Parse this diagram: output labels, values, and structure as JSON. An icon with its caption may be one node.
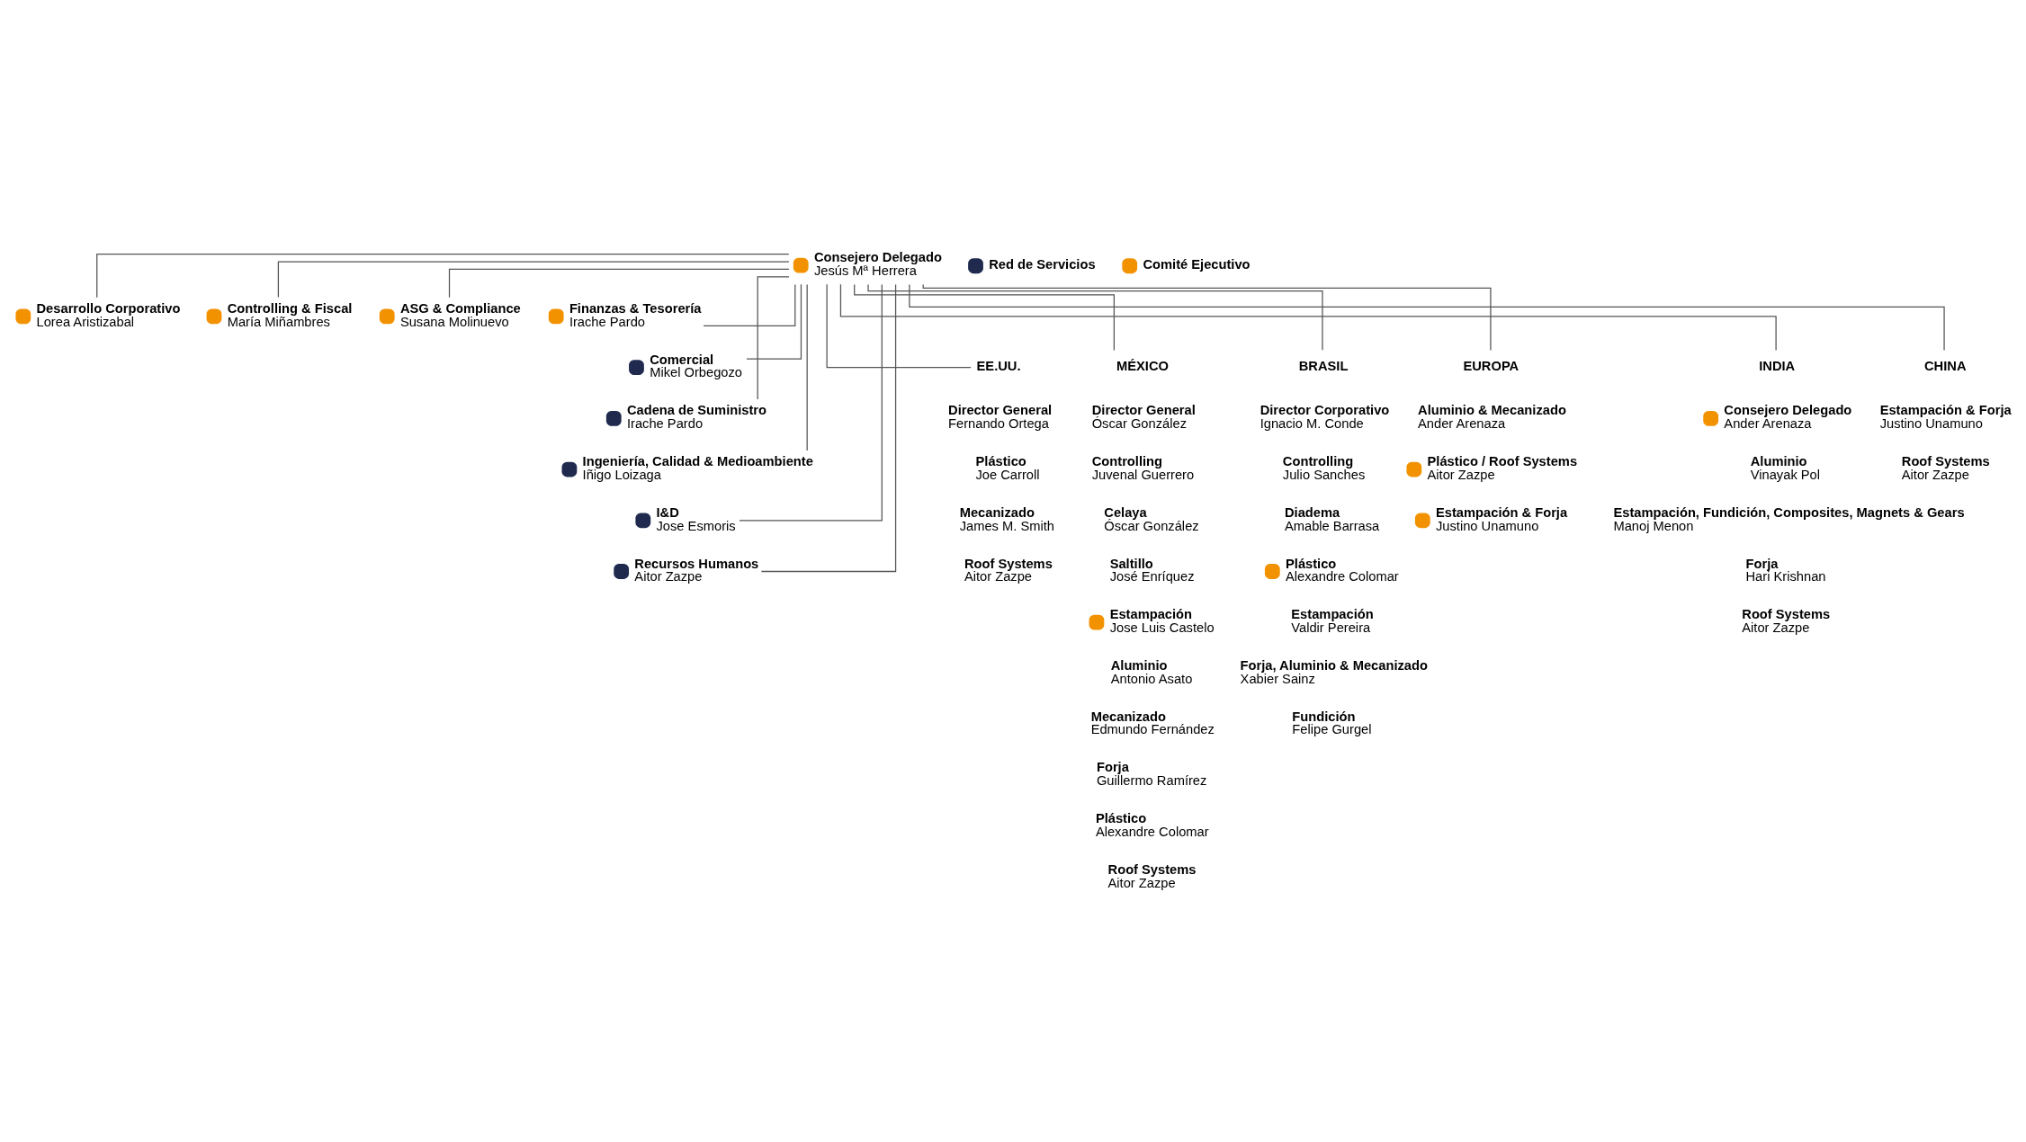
{
  "diagram": {
    "nodes": [
      {
        "text": [
          "Consejero Delegado",
          "Jesús Mª Herrera"
        ]
      },
      {
        "text": [
          "Desarrollo Corporativo",
          "Lorea Aristizabal"
        ]
      },
      {
        "text": [
          "Controlling & Fiscal",
          "María Miñambres"
        ]
      },
      {
        "text": [
          "ASG & Compliance",
          "Susana Molinuevo"
        ]
      },
      {
        "text": [
          "Finanzas & Tesorería",
          "Irache Pardo"
        ]
      },
      {
        "text": [
          "Comercial",
          "Mikel Orbegozo"
        ]
      },
      {
        "text": [
          "Cadena de Suministro",
          "Irache Pardo"
        ]
      },
      {
        "text": [
          "Ingeniería, Calidad & Medioambiente",
          "Iñigo Loizaga"
        ]
      },
      {
        "text": [
          "I&D",
          "Jose Esmoris"
        ]
      },
      {
        "text": [
          "Recursos Humanos",
          "Aitor Zazpe"
        ]
      },
      {
        "text": [
          "EE.UU."
        ]
      },
      {
        "text": [
          "Director General",
          "Fernando Ortega"
        ]
      },
      {
        "text": [
          "Plástico",
          "Joe Carroll"
        ]
      },
      {
        "text": [
          "Mecanizado",
          "James M. Smith"
        ]
      },
      {
        "text": [
          "Roof Systems",
          "Aitor Zazpe"
        ]
      },
      {
        "text": [
          "MÉXICO"
        ]
      },
      {
        "text": [
          "Director General",
          "Óscar González"
        ]
      },
      {
        "text": [
          "Controlling",
          "Juvenal Guerrero"
        ]
      },
      {
        "text": [
          "Celaya",
          "Óscar González"
        ]
      },
      {
        "text": [
          "Saltillo",
          "José Enríquez"
        ]
      },
      {
        "text": [
          "Estampación",
          "Jose Luis Castelo"
        ]
      },
      {
        "text": [
          "Aluminio",
          "Antonio Asato"
        ]
      },
      {
        "text": [
          "Mecanizado",
          "Edmundo Fernández"
        ]
      },
      {
        "text": [
          "Forja",
          "Guillermo Ramírez"
        ]
      },
      {
        "text": [
          "Plástico",
          "Alexandre Colomar"
        ]
      },
      {
        "text": [
          "Roof Systems",
          "Aitor Zazpe"
        ]
      },
      {
        "text": [
          "BRASIL"
        ]
      },
      {
        "text": [
          "Director Corporativo",
          "Ignacio M. Conde"
        ]
      },
      {
        "text": [
          "Controlling",
          "Julio Sanches"
        ]
      },
      {
        "text": [
          "Diadema",
          "Amable Barrasa"
        ]
      },
      {
        "text": [
          "Plástico",
          "Alexandre Colomar"
        ]
      },
      {
        "text": [
          "Estampación",
          "Valdir Pereira"
        ]
      },
      {
        "text": [
          "Forja, Aluminio & Mecanizado",
          "Xabier Sainz"
        ]
      },
      {
        "text": [
          "Fundición",
          "Felipe Gurgel"
        ]
      },
      {
        "text": [
          "EUROPA"
        ]
      },
      {
        "text": [
          "Aluminio & Mecanizado",
          "Ander Arenaza"
        ]
      },
      {
        "text": [
          "Plástico / Roof Systems",
          "Aitor Zazpe"
        ]
      },
      {
        "text": [
          "Estampación & Forja",
          "Justino Unamuno"
        ]
      },
      {
        "text": [
          "INDIA"
        ]
      },
      {
        "text": [
          "Consejero Delegado",
          "Ander Arenaza"
        ]
      },
      {
        "text": [
          "Aluminio",
          "Vinayak Pol"
        ]
      },
      {
        "text": [
          "Estampación, Fundición, Composites, Magnets & Gears",
          "Manoj Menon"
        ]
      },
      {
        "text": [
          "Forja",
          "Hari Krishnan"
        ]
      },
      {
        "text": [
          "Roof Systems",
          "Aitor Zazpe"
        ]
      },
      {
        "text": [
          "CHINA"
        ]
      },
      {
        "text": [
          "Estampación & Forja",
          "Justino Unamuno"
        ]
      },
      {
        "text": [
          "Roof Systems",
          "Aitor Zazpe"
        ]
      }
    ],
    "edges": [
      {
        "from": 0,
        "to": 1,
        "arrow": "none"
      },
      {
        "from": 0,
        "to": 2,
        "arrow": "none"
      },
      {
        "from": 0,
        "to": 3,
        "arrow": "none"
      },
      {
        "from": 0,
        "to": 4,
        "arrow": "none"
      },
      {
        "from": 0,
        "to": 5,
        "arrow": "none"
      },
      {
        "from": 0,
        "to": 6,
        "arrow": "none"
      },
      {
        "from": 0,
        "to": 7,
        "arrow": "none"
      },
      {
        "from": 0,
        "to": 8,
        "arrow": "none"
      },
      {
        "from": 0,
        "to": 9,
        "arrow": "none"
      },
      {
        "from": 0,
        "to": 10,
        "arrow": "none"
      },
      {
        "from": 0,
        "to": 15,
        "arrow": "none"
      },
      {
        "from": 0,
        "to": 26,
        "arrow": "none"
      },
      {
        "from": 0,
        "to": 34,
        "arrow": "none"
      },
      {
        "from": 0,
        "to": 38,
        "arrow": "none"
      },
      {
        "from": 0,
        "to": 44,
        "arrow": "none"
      }
    ],
    "legend": [
      {
        "text": "Red de Servicios",
        "color": "#1f2a4e"
      },
      {
        "text": "Comité Ejecutivo",
        "color": "#f39200"
      }
    ]
  }
}
